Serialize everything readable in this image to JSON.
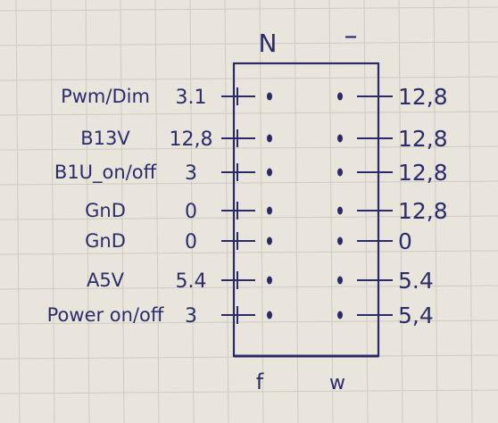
{
  "diagram": {
    "top_labels": {
      "left": "N",
      "right": "–"
    },
    "bottom_labels": {
      "left": "f",
      "right": "w"
    },
    "rows": [
      {
        "label": "Pwm/Dim",
        "left_value": "3.1",
        "right_value": "12,8"
      },
      {
        "label": "B13V",
        "left_value": "12,8",
        "right_value": "12,8"
      },
      {
        "label": "B1U_on/off",
        "left_value": "3",
        "right_value": "12,8"
      },
      {
        "label": "GnD",
        "left_value": "0",
        "right_value": "12,8"
      },
      {
        "label": "GnD",
        "left_value": "0",
        "right_value": "0"
      },
      {
        "label": "A5V",
        "left_value": "5.4",
        "right_value": "5.4"
      },
      {
        "label": "Power on/off",
        "left_value": "3",
        "right_value": "5,4"
      }
    ]
  },
  "colors": {
    "paper": "#e9e5dc",
    "grid": "#cfcabf",
    "ink": "#2b2c6d"
  }
}
